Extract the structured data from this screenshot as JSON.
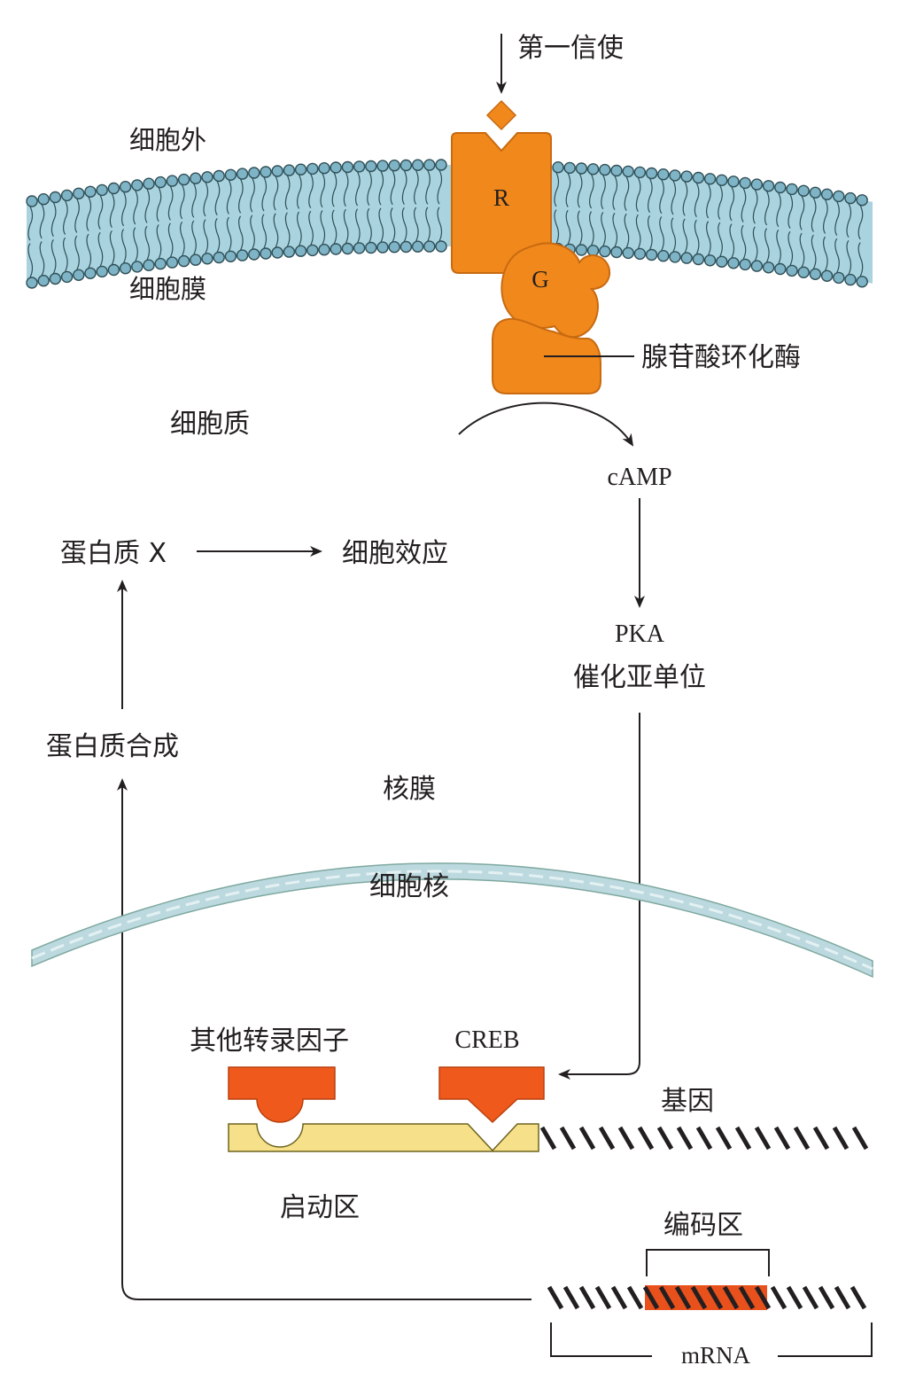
{
  "labels": {
    "first_messenger": "第一信使",
    "extracellular": "细胞外",
    "cell_membrane": "细胞膜",
    "receptor": "R",
    "g_protein": "G",
    "adenylyl_cyclase": "腺苷酸环化酶",
    "cytoplasm": "细胞质",
    "camp": "cAMP",
    "protein_x": "蛋白质 X",
    "cell_effect": "细胞效应",
    "pka": "PKA",
    "pka_catalytic": "催化亚单位",
    "protein_synthesis": "蛋白质合成",
    "nuclear_membrane": "核膜",
    "nucleus": "细胞核",
    "other_tf": "其他转录因子",
    "creb": "CREB",
    "gene": "基因",
    "promoter": "启动区",
    "coding_region": "编码区",
    "mrna": "mRNA"
  },
  "colors": {
    "protein_orange": "#f0881c",
    "protein_outline": "#c86a10",
    "transcription_factor": "#ef5a1c",
    "promoter_yellow": "#f7e08a",
    "membrane_blue": "#a9d3df",
    "lipid_head": "#7fb4c6",
    "nuclear_envelope": "#8cbcc6",
    "coding_stripe": "#e8501c"
  }
}
